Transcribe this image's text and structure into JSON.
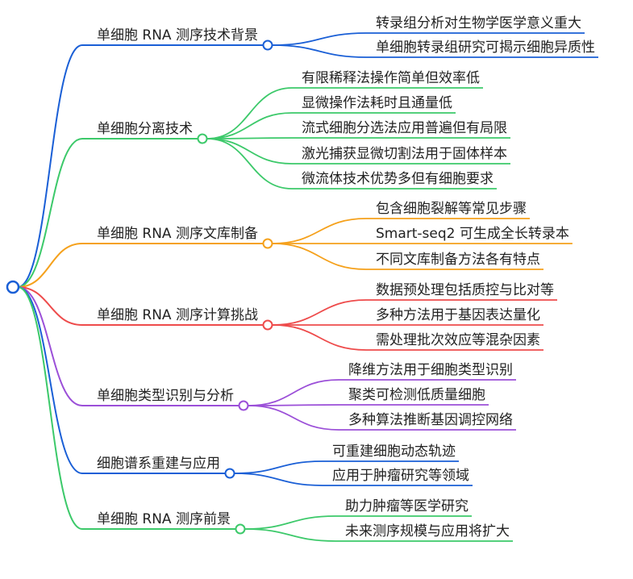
{
  "mindmap": {
    "root": {
      "color": "#1a5fd6"
    },
    "branches": [
      {
        "label": "单细胞 RNA 测序技术背景",
        "color": "#1a5fd6",
        "children": [
          "转录组分析对生物学医学意义重大",
          "单细胞转录组研究可揭示细胞异质性"
        ]
      },
      {
        "label": "单细胞分离技术",
        "color": "#3cc96a",
        "children": [
          "有限稀释法操作简单但效率低",
          "显微操作法耗时且通量低",
          "流式细胞分选法应用普遍但有局限",
          "激光捕获显微切割法用于固体样本",
          "微流体技术优势多但有细胞要求"
        ]
      },
      {
        "label": "单细胞 RNA 测序文库制备",
        "color": "#f5a11c",
        "children": [
          "包含细胞裂解等常见步骤",
          "Smart-seq2 可生成全长转录本",
          "不同文库制备方法各有特点"
        ]
      },
      {
        "label": "单细胞 RNA 测序计算挑战",
        "color": "#ee4b4b",
        "children": [
          "数据预处理包括质控与比对等",
          "多种方法用于基因表达量化",
          "需处理批次效应等混杂因素"
        ]
      },
      {
        "label": "单细胞类型识别与分析",
        "color": "#9b4fd8",
        "children": [
          "降维方法用于细胞类型识别",
          "聚类可检测低质量细胞",
          "多种算法推断基因调控网络"
        ]
      },
      {
        "label": "细胞谱系重建与应用",
        "color": "#1a5fd6",
        "children": [
          "可重建细胞动态轨迹",
          "应用于肿瘤研究等领域"
        ]
      },
      {
        "label": "单细胞 RNA 测序前景",
        "color": "#3cc96a",
        "children": [
          "助力肿瘤等医学研究",
          "未来测序规模与应用将扩大"
        ]
      }
    ]
  }
}
